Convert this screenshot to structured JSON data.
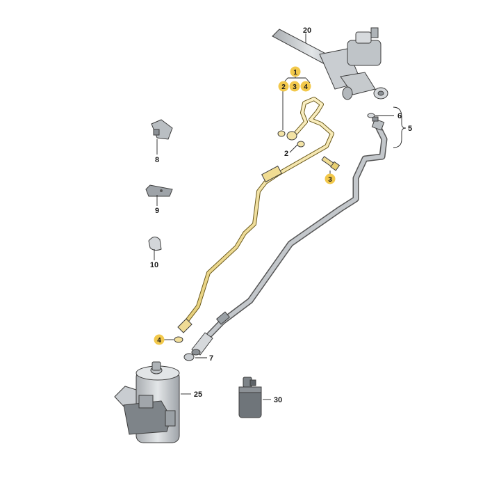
{
  "callouts": {
    "c1": "1",
    "c2a": "2",
    "c3a": "3",
    "c4a": "4",
    "c2b": "2",
    "c3b": "3",
    "c4b": "4",
    "c5": "5",
    "c6": "6",
    "c7": "7",
    "c8": "8",
    "c9": "9",
    "c10": "10",
    "c20": "20",
    "c25": "25",
    "c30": "30"
  },
  "colors": {
    "highlight_fill": "#f2c84b",
    "highlight_part": "#f5e6a8",
    "part_gray": "#cfd3d6",
    "part_dark": "#8c9196",
    "outline": "#3c3c3c"
  },
  "icons": [
    "steering-rack",
    "pressure-hose",
    "return-hose",
    "reservoir",
    "oil-bottle",
    "clip",
    "bracket",
    "holder",
    "seal-ring",
    "banjo-bolt",
    "hose-clamp"
  ]
}
